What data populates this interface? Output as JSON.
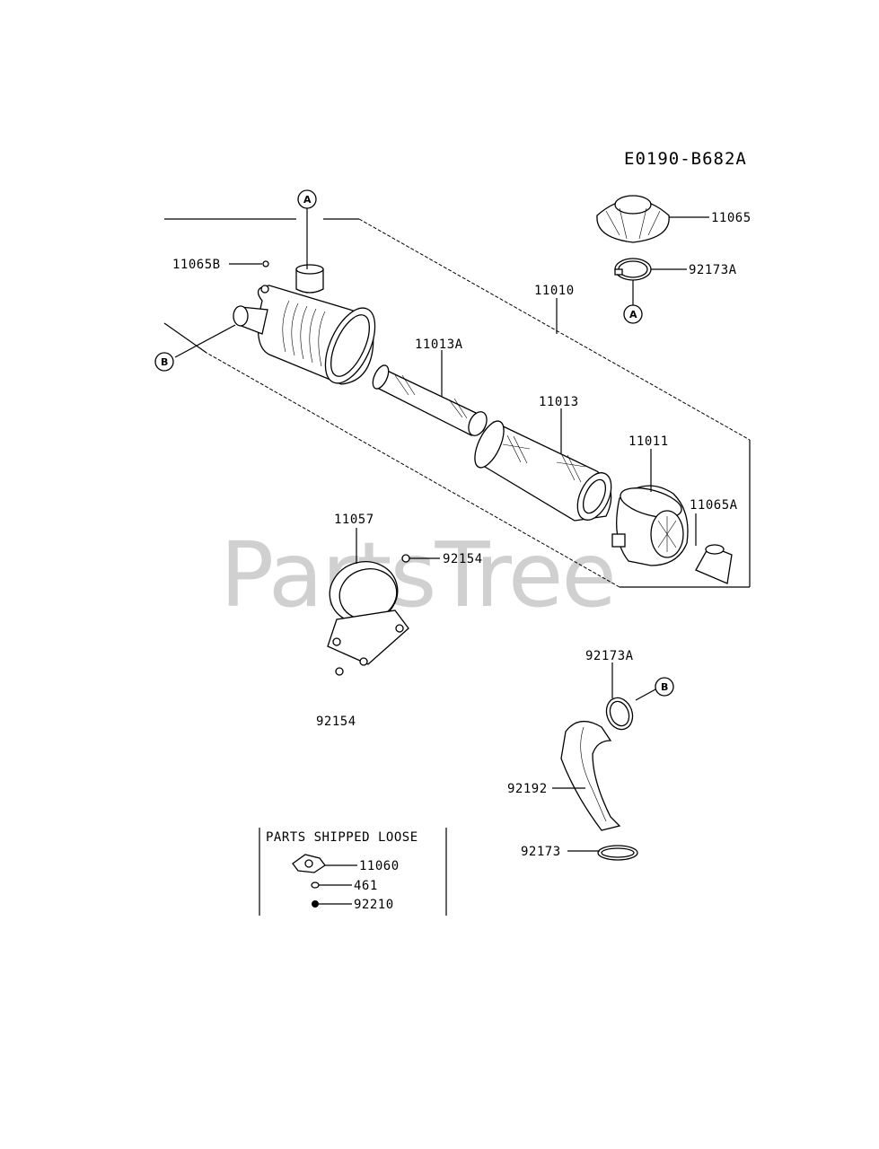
{
  "diagram_code": "E0190-B682A",
  "watermark": "PartsTree",
  "callouts": {
    "a": "A",
    "b": "B"
  },
  "part_labels": {
    "p11065": "11065",
    "p92173A_top": "92173A",
    "p11010": "11010",
    "p11065B": "11065B",
    "p11013A": "11013A",
    "p11013": "11013",
    "p11011": "11011",
    "p11065A": "11065A",
    "p11057": "11057",
    "p92154_a": "92154",
    "p92154_b": "92154",
    "p92173A_bottom": "92173A",
    "p92192": "92192",
    "p92173": "92173"
  },
  "parts_shipped_loose": {
    "title": "PARTS SHIPPED LOOSE",
    "items": [
      "11060",
      "461",
      "92210"
    ]
  }
}
